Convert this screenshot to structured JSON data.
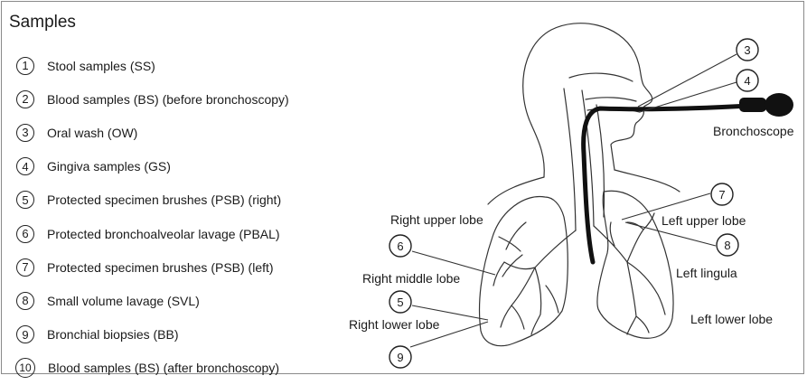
{
  "title": "Samples",
  "samples": [
    {
      "num": "1",
      "label": "Stool samples (SS)"
    },
    {
      "num": "2",
      "label": "Blood samples (BS) (before bronchoscopy)"
    },
    {
      "num": "3",
      "label": "Oral wash (OW)"
    },
    {
      "num": "4",
      "label": "Gingiva samples (GS)"
    },
    {
      "num": "5",
      "label": "Protected specimen brushes (PSB) (right)"
    },
    {
      "num": "6",
      "label": "Protected bronchoalveolar lavage (PBAL)"
    },
    {
      "num": "7",
      "label": "Protected specimen brushes (PSB) (left)"
    },
    {
      "num": "8",
      "label": "Small volume lavage (SVL)"
    },
    {
      "num": "9",
      "label": "Bronchial biopsies (BB)"
    },
    {
      "num": "10",
      "label": "Blood samples (BS) (after bronchoscopy)"
    }
  ],
  "diagram": {
    "bronchoscope": "Bronchoscope",
    "right_upper_lobe": "Right upper lobe",
    "right_middle_lobe": "Right middle lobe",
    "right_lower_lobe": "Right lower lobe",
    "left_upper_lobe": "Left upper lobe",
    "left_lingula": "Left lingula",
    "left_lower_lobe": "Left lower lobe",
    "marker_3": "3",
    "marker_4": "4",
    "marker_5": "5",
    "marker_6": "6",
    "marker_7": "7",
    "marker_8": "8",
    "marker_9": "9"
  }
}
